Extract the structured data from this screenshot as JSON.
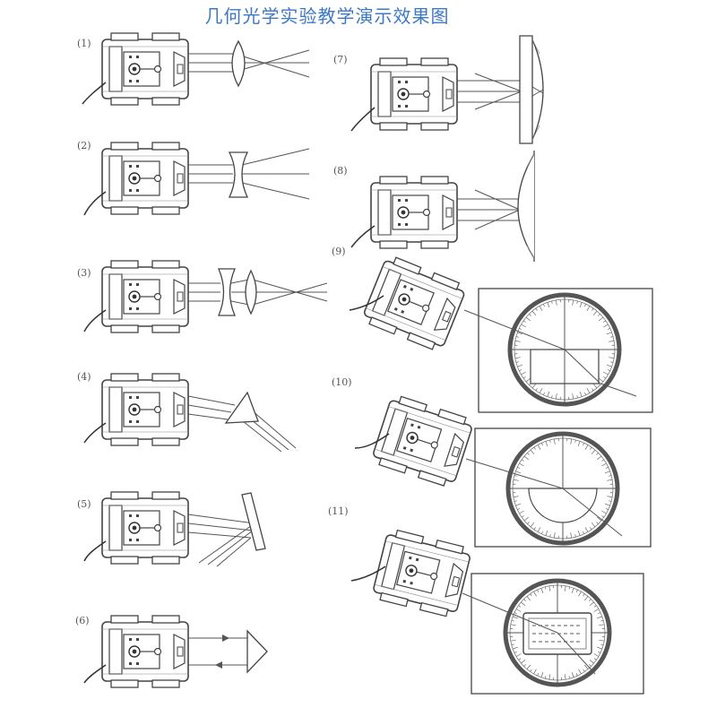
{
  "title": "几何光学实验教学演示效果图",
  "labels": {
    "p1": "(1)",
    "p2": "(2)",
    "p3": "(3)",
    "p4": "(4)",
    "p5": "(5)",
    "p6": "(6)",
    "p7": "(7)",
    "p8": "(8)",
    "p9": "(9)",
    "p10": "(10)",
    "p11": "(11)"
  }
}
